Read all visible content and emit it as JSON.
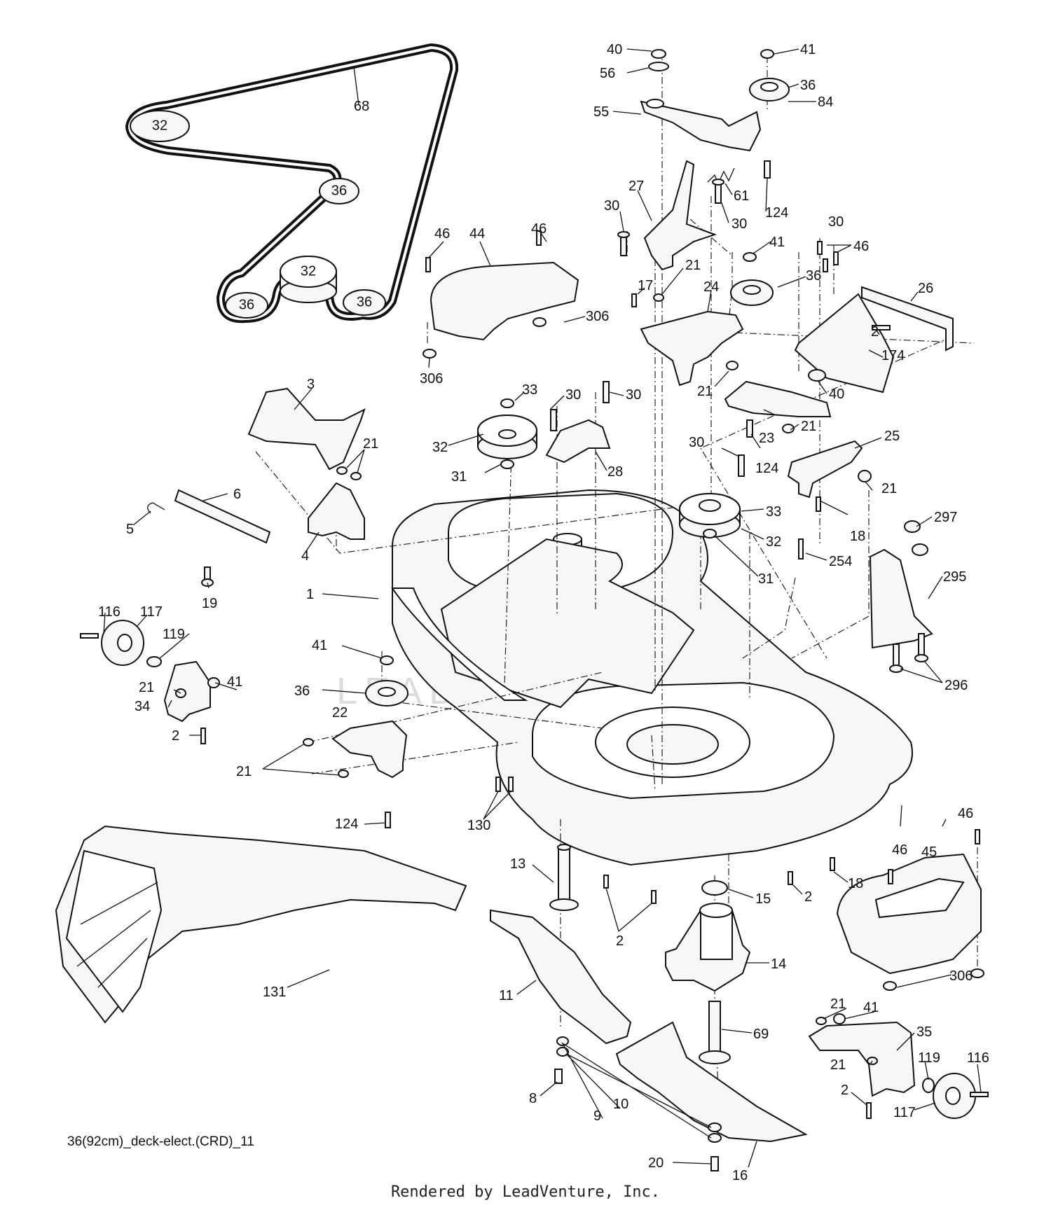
{
  "caption": "36(92cm)_deck-elect.(CRD)_11",
  "footer": "Rendered by LeadVenture, Inc.",
  "watermark": "LEADVENTURE",
  "belt_pulleys": [
    "32",
    "36",
    "32",
    "36",
    "36"
  ],
  "callouts": [
    "68",
    "40",
    "56",
    "41",
    "36",
    "84",
    "55",
    "61",
    "124",
    "27",
    "30",
    "30",
    "30",
    "41",
    "46",
    "46",
    "46",
    "44",
    "36",
    "17",
    "21",
    "24",
    "26",
    "2",
    "174",
    "306",
    "306",
    "3",
    "33",
    "30",
    "30",
    "21",
    "40",
    "21",
    "32",
    "28",
    "31",
    "21",
    "25",
    "23",
    "124",
    "30",
    "21",
    "6",
    "5",
    "4",
    "33",
    "32",
    "18",
    "254",
    "31",
    "297",
    "295",
    "19",
    "1",
    "116",
    "117",
    "119",
    "41",
    "21",
    "41",
    "34",
    "36",
    "2",
    "22",
    "296",
    "21",
    "124",
    "130",
    "46",
    "45",
    "46",
    "13",
    "15",
    "2",
    "18",
    "2",
    "14",
    "306",
    "131",
    "11",
    "69",
    "21",
    "41",
    "35",
    "21",
    "119",
    "116",
    "2",
    "8",
    "10",
    "9",
    "117",
    "20",
    "16"
  ]
}
